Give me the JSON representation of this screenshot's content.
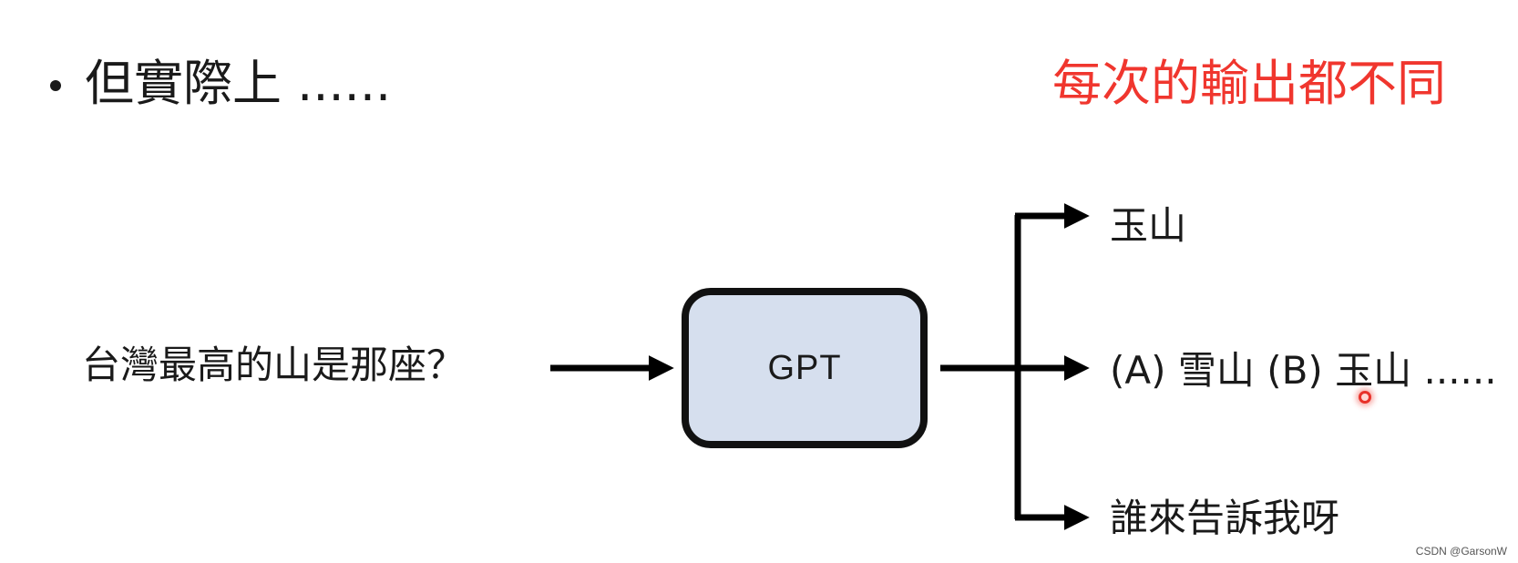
{
  "slide": {
    "bullet_text": "但實際上 ......",
    "red_note": "每次的輸出都不同",
    "red_note_color": "#f0362e"
  },
  "diagram": {
    "input_question": "台灣最高的山是那座？",
    "model_label": "GPT",
    "model_box_fill": "#d6dfee",
    "outputs": [
      "玉山",
      "(A) 雪山 (B) 玉山 ......",
      "誰來告訴我呀"
    ]
  },
  "watermark": "CSDN @GarsonW"
}
